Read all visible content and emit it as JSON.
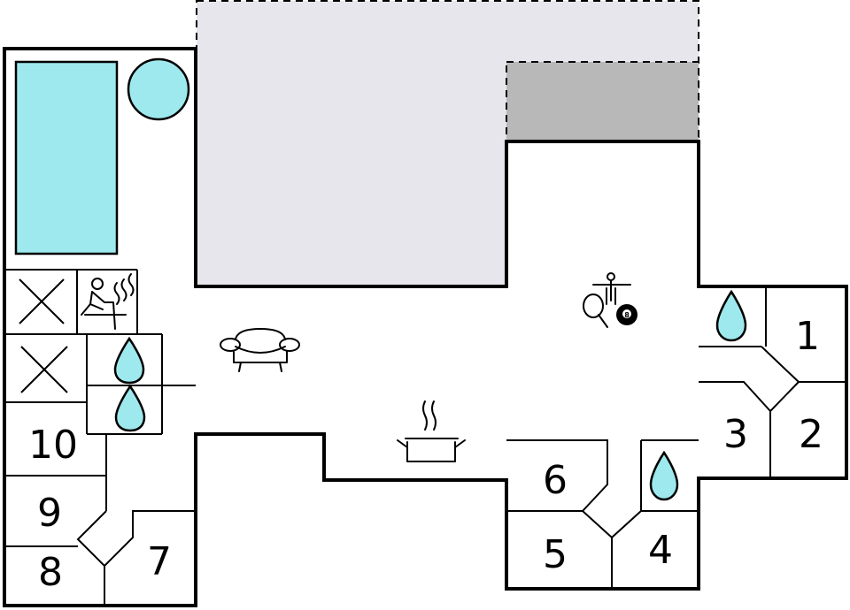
{
  "rooms": {
    "r1": "1",
    "r2": "2",
    "r3": "3",
    "r4": "4",
    "r5": "5",
    "r6": "6",
    "r7": "7",
    "r8": "8",
    "r9": "9",
    "r10": "10"
  },
  "billiard_ball": "8",
  "colors": {
    "water": "#9ee9ee",
    "terrace": "#e6e6ec",
    "covered_terrace": "#b8b8b8"
  },
  "icons": [
    "pool-icon",
    "hot-tub-icon",
    "sauna-icon",
    "shower-drop-icon",
    "sofa-icon",
    "cooking-pot-icon",
    "foosball-icon",
    "table-tennis-icon",
    "billiard-ball-icon"
  ]
}
